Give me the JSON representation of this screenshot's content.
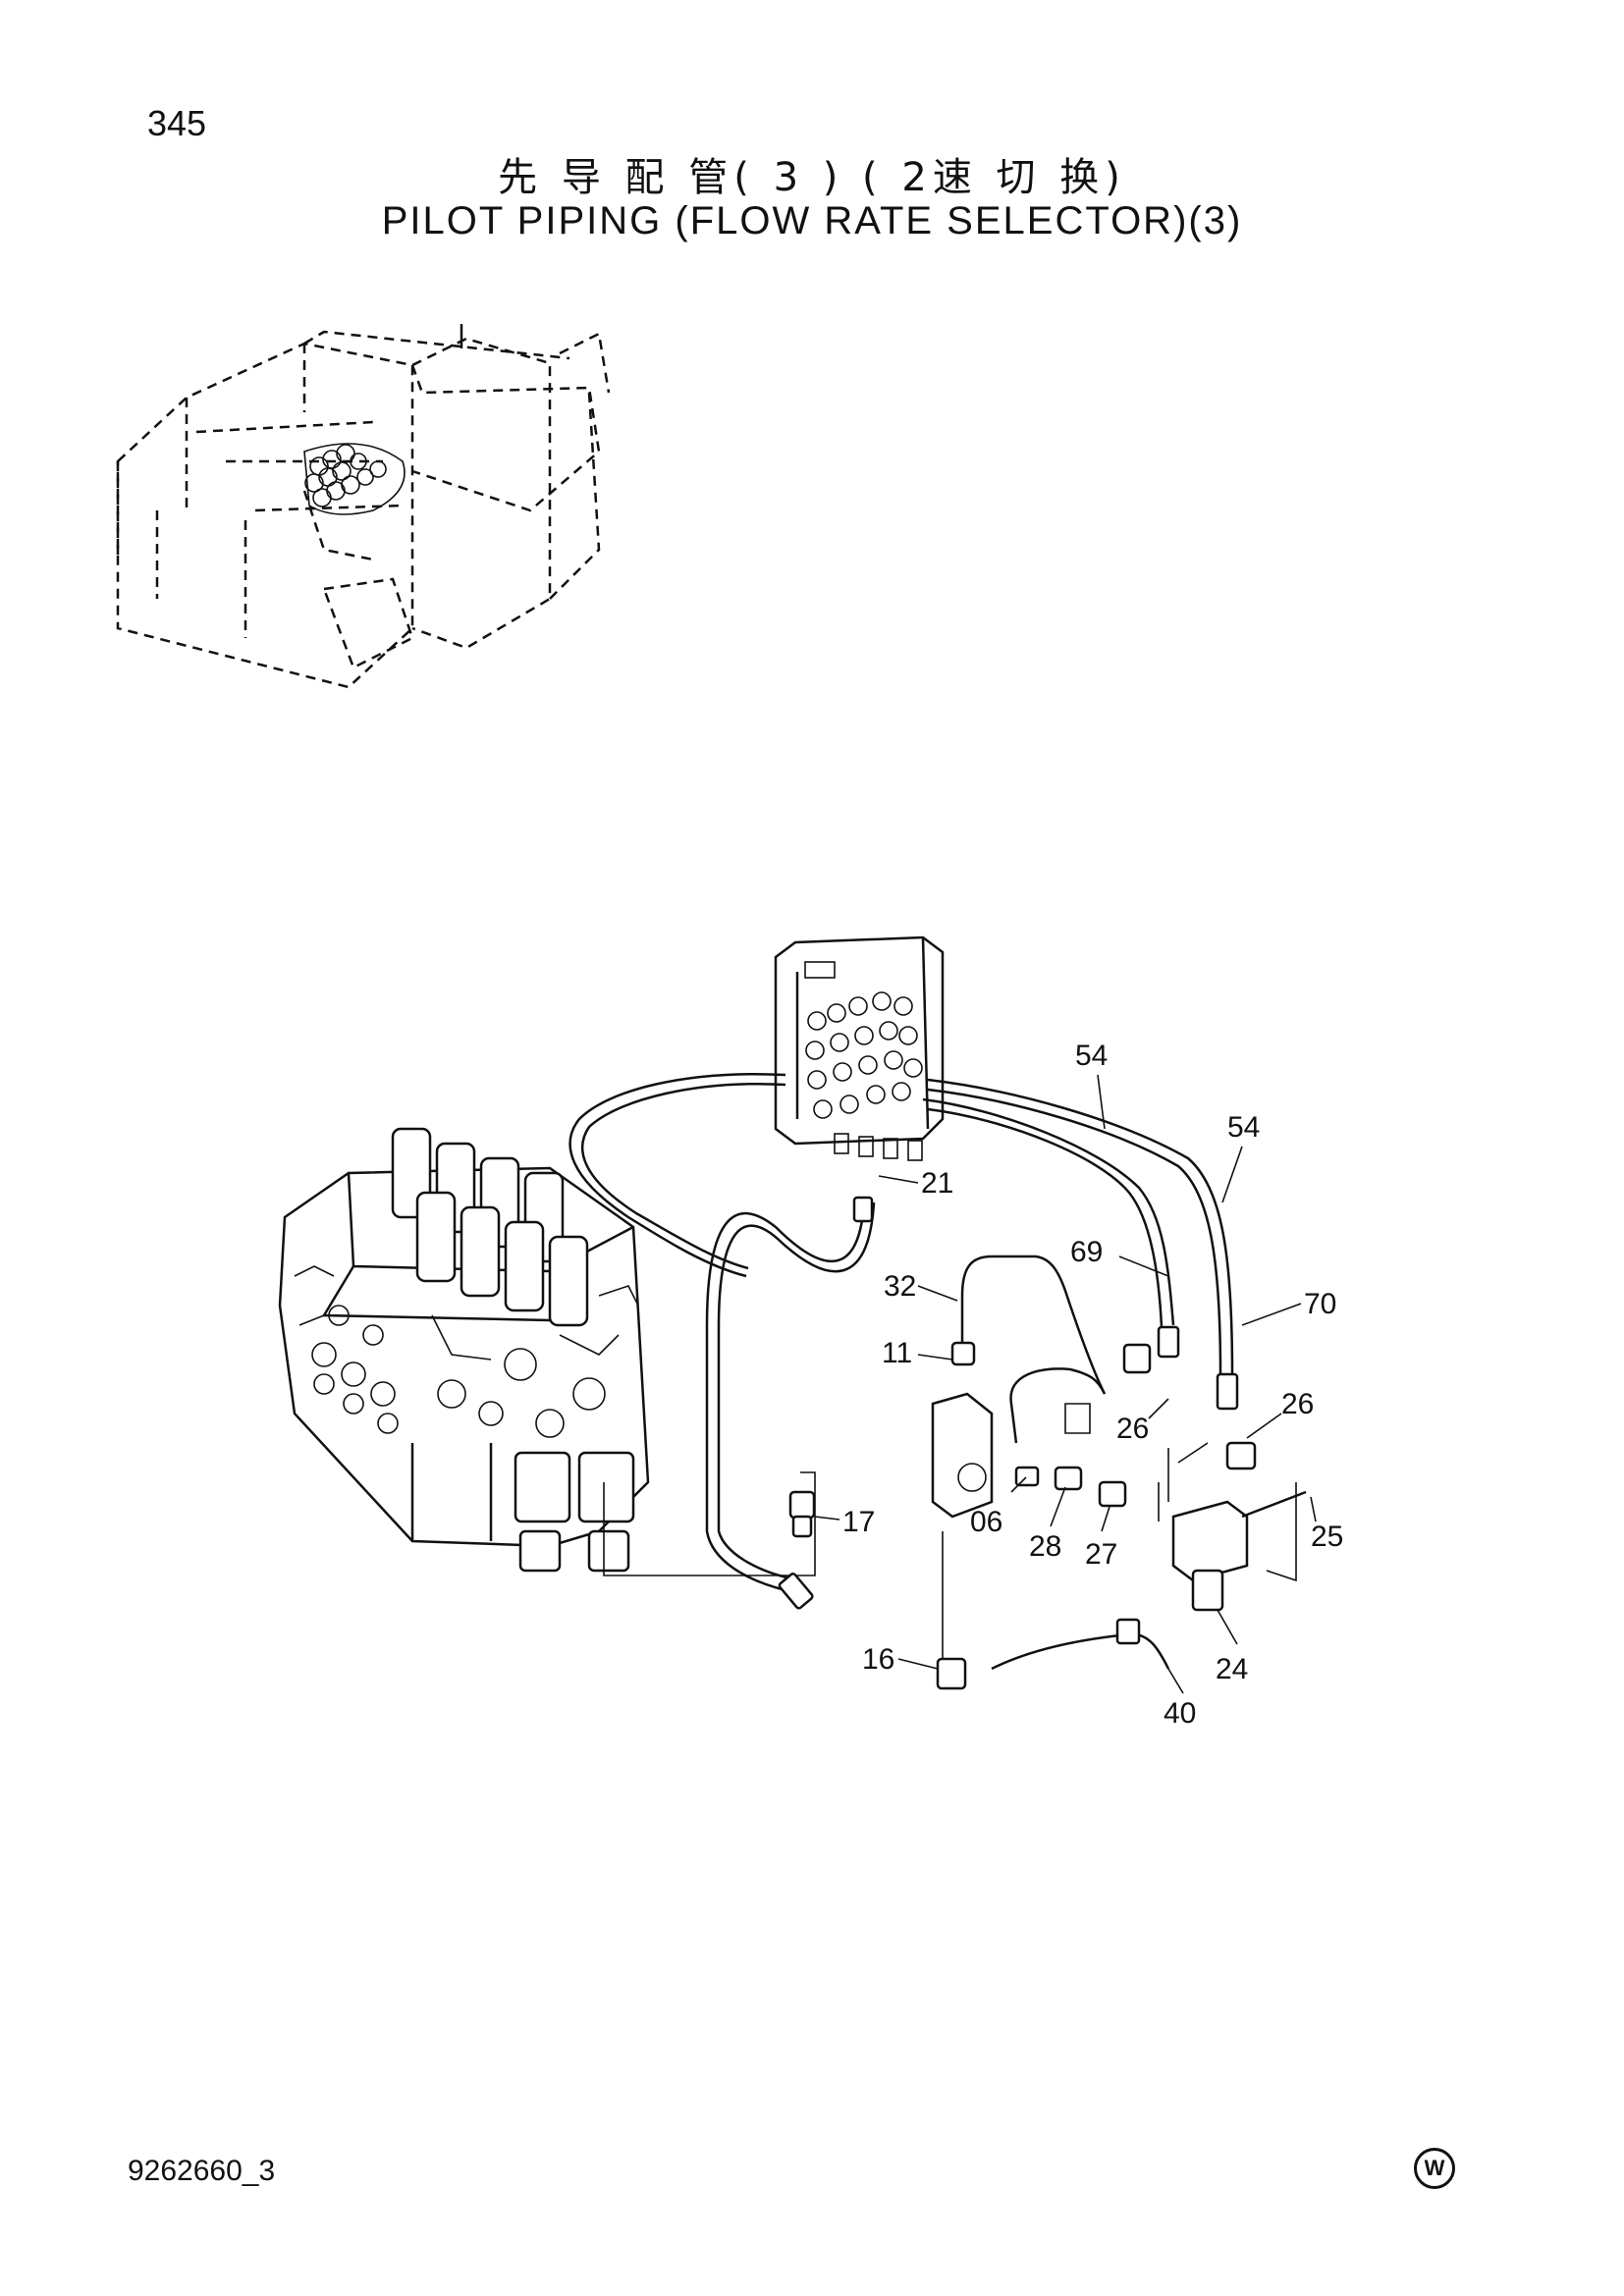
{
  "header": {
    "page_number": "345",
    "title_jp": "先 导 配 管( 3 ) ( 2速 切 换)",
    "title_en": "PILOT PIPING (FLOW RATE SELECTOR)(3)"
  },
  "footer": {
    "doc_id": "9262660_3",
    "mark": "W"
  },
  "callouts": [
    "54",
    "54",
    "21",
    "69",
    "32",
    "70",
    "11",
    "26",
    "26",
    "25",
    "17",
    "06",
    "28",
    "27",
    "16",
    "24",
    "40"
  ]
}
